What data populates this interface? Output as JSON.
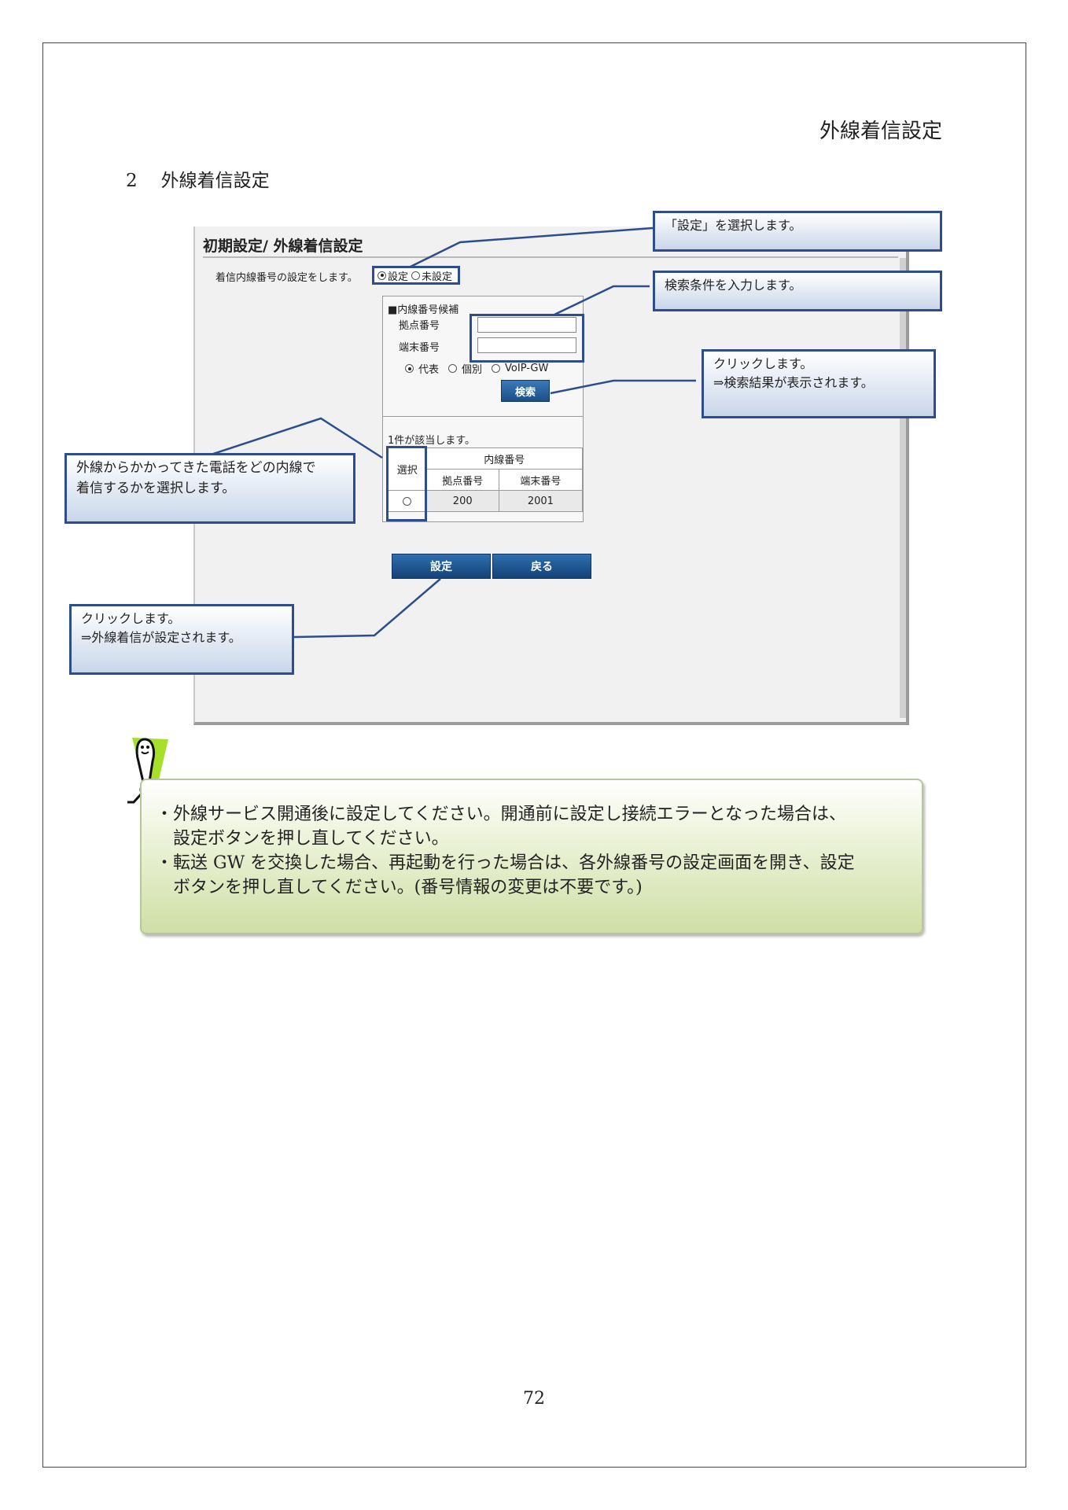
{
  "header": {
    "title": "外線着信設定"
  },
  "section": {
    "number": "2",
    "heading": "外線着信設定"
  },
  "screen": {
    "title": "初期設定/ 外線着信設定",
    "intro": "着信内線番号の設定をします。",
    "radio_set": "設定",
    "radio_unset": "未設定",
    "candidates_title": "■内線番号候補",
    "base_label": "拠点番号",
    "terminal_label": "端末番号",
    "type_daihyo": "代表",
    "type_kobetsu": "個別",
    "type_voip": "VoIP-GW",
    "search_button": "検索",
    "match_text": "1件が該当します。",
    "table": {
      "select_header": "選択",
      "ext_header": "内線番号",
      "base_header": "拠点番号",
      "terminal_header": "端末番号",
      "rows": [
        {
          "base": "200",
          "terminal": "2001"
        }
      ]
    },
    "set_button": "設定",
    "back_button": "戻る"
  },
  "callouts": {
    "c1": "「設定」を選択します。",
    "c2": "検索条件を入力します。",
    "c3_1": "クリックします。",
    "c3_2": "⇒検索結果が表示されます。",
    "c4_1": "外線からかかってきた電話をどの内線で",
    "c4_2": "着信するかを選択します。",
    "c5_1": "クリックします。",
    "c5_2": "⇒外線着信が設定されます。"
  },
  "note": {
    "icon": "attention-character-icon",
    "item1_line1": "・外線サービス開通後に設定してください。開通前に設定し接続エラーとなった場合は、",
    "item1_line2": "設定ボタンを押し直してください。",
    "item2_line1": "・転送 GW を交換した場合、再起動を行った場合は、各外線番号の設定画面を開き、設定",
    "item2_line2": "ボタンを押し直してください。(番号情報の変更は不要です。)"
  },
  "footer": {
    "page_number": "72"
  },
  "colors": {
    "callout_border": "#2d4d8e",
    "button": "#1c4f86",
    "note_green": "#cfdfa6"
  }
}
